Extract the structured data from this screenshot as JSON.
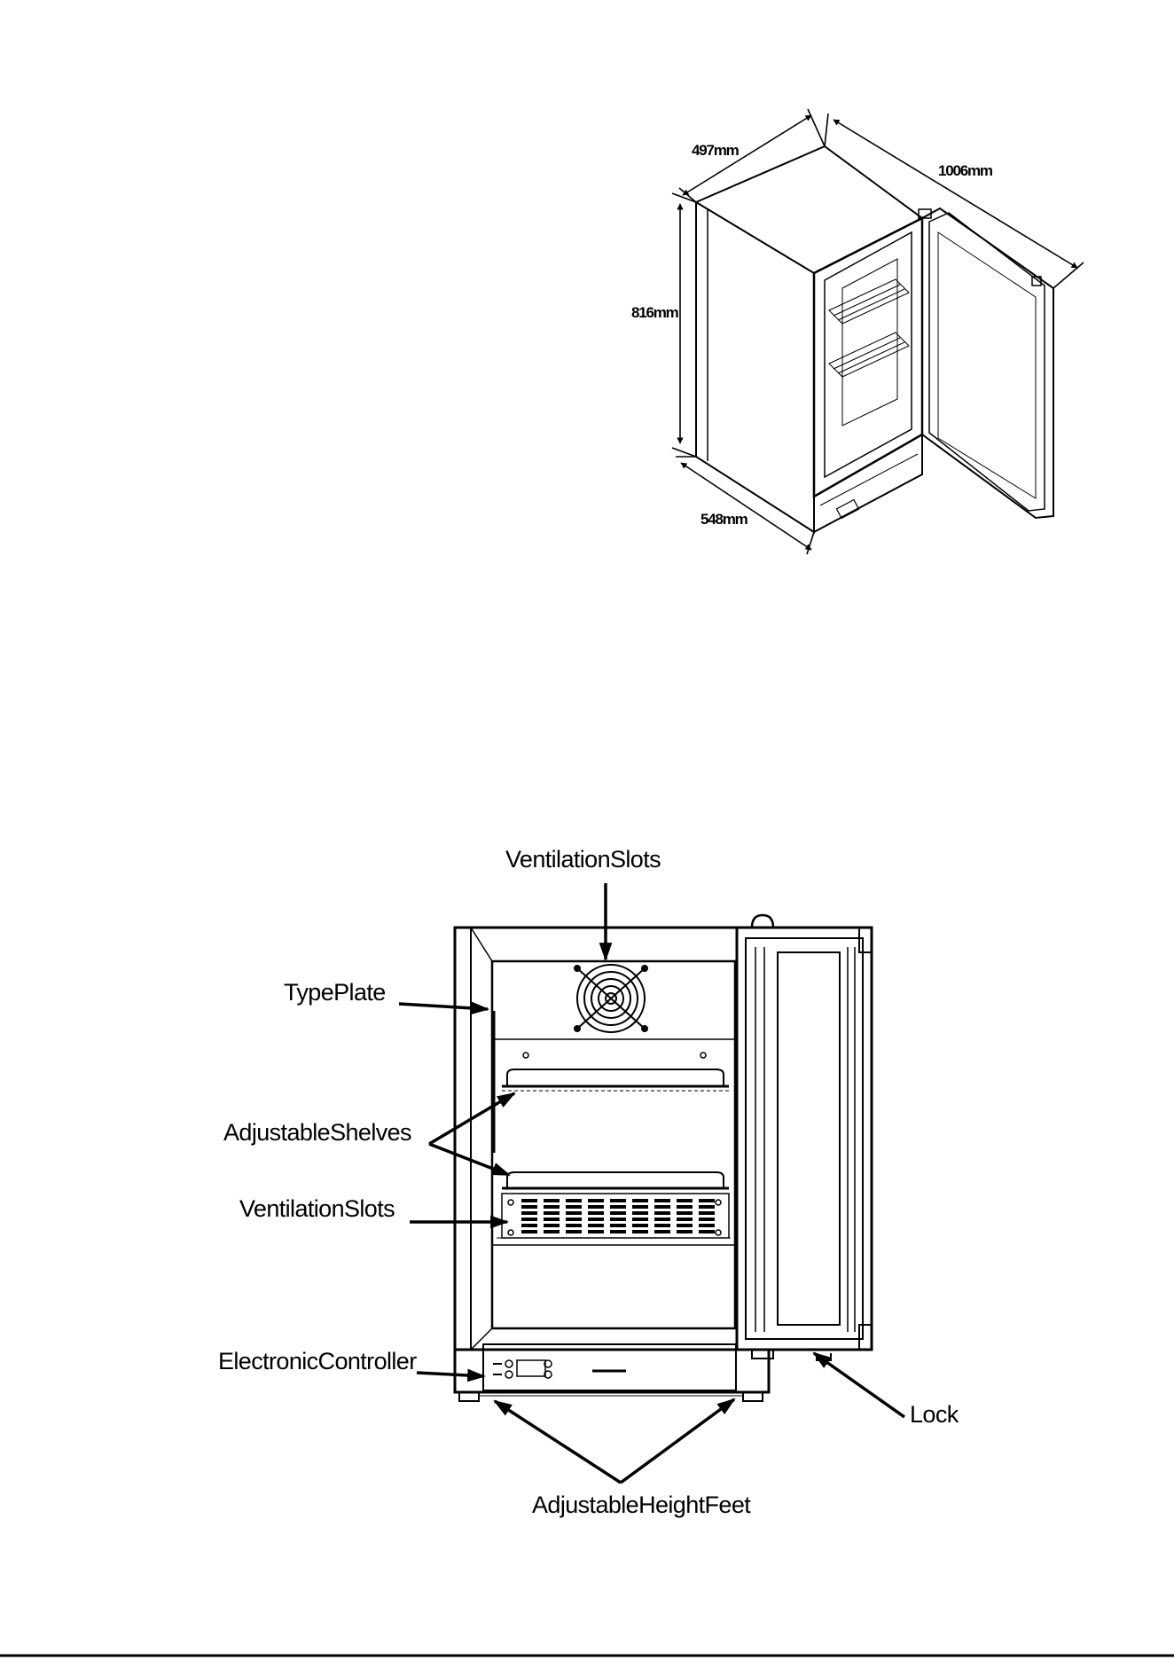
{
  "top_diagram": {
    "dimensions": {
      "depth": "497mm",
      "door_open_width": "1006mm",
      "height": "816mm",
      "width": "548mm"
    }
  },
  "bottom_diagram": {
    "labels": {
      "ventilation_top": "VentilationSlots",
      "type_plate": "TypePlate",
      "adjustable_shelves": "AdjustableShelves",
      "ventilation_bottom": "VentilationSlots",
      "electronic_controller": "ElectronicController",
      "lock": "Lock",
      "adjustable_feet": "AdjustableHeightFeet"
    }
  }
}
